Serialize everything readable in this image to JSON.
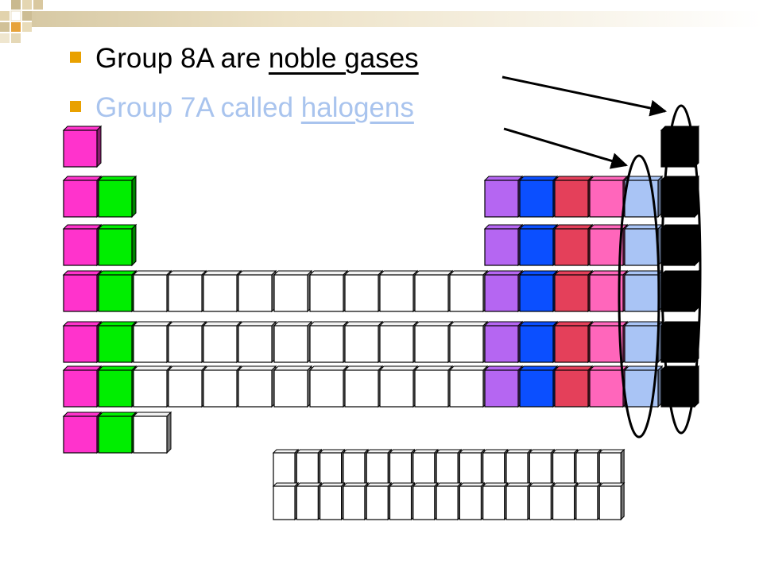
{
  "slide": {
    "bullets": [
      {
        "prefix": "Group 8A are ",
        "term": "noble gases"
      },
      {
        "prefix": "Group 7A called ",
        "term": "halogens"
      }
    ]
  },
  "colors": {
    "group1": "#ff33cc",
    "group2": "#00ee00",
    "transition": "#ffffff",
    "group3": "#b566f2",
    "group4": "#0b4fff",
    "group5": "#e4405a",
    "group6": "#ff66bb",
    "halogens": "#a9c4f5",
    "noble": "#000000",
    "bullet": "#e9a100",
    "line2_text": "#a9c4ee"
  },
  "table": {
    "periods": [
      [
        "group1",
        "noble"
      ],
      [
        "group1",
        "group2",
        "group3",
        "group4",
        "group5",
        "group6",
        "halogens",
        "noble"
      ],
      [
        "group1",
        "group2",
        "group3",
        "group4",
        "group5",
        "group6",
        "halogens",
        "noble"
      ],
      [
        "group1",
        "group2",
        "transition",
        "transition",
        "transition",
        "transition",
        "transition",
        "transition",
        "transition",
        "transition",
        "transition",
        "transition",
        "group3",
        "group4",
        "group5",
        "group6",
        "halogens",
        "noble"
      ],
      [
        "group1",
        "group2",
        "transition",
        "transition",
        "transition",
        "transition",
        "transition",
        "transition",
        "transition",
        "transition",
        "transition",
        "transition",
        "group3",
        "group4",
        "group5",
        "group6",
        "halogens",
        "noble"
      ],
      [
        "group1",
        "group2",
        "transition",
        "transition",
        "transition",
        "transition",
        "transition",
        "transition",
        "transition",
        "transition",
        "transition",
        "transition",
        "group3",
        "group4",
        "group5",
        "group6",
        "halogens",
        "noble"
      ],
      [
        "group1",
        "group2",
        "transition"
      ]
    ],
    "f_block_rows": 2,
    "f_block_cols": 15
  }
}
